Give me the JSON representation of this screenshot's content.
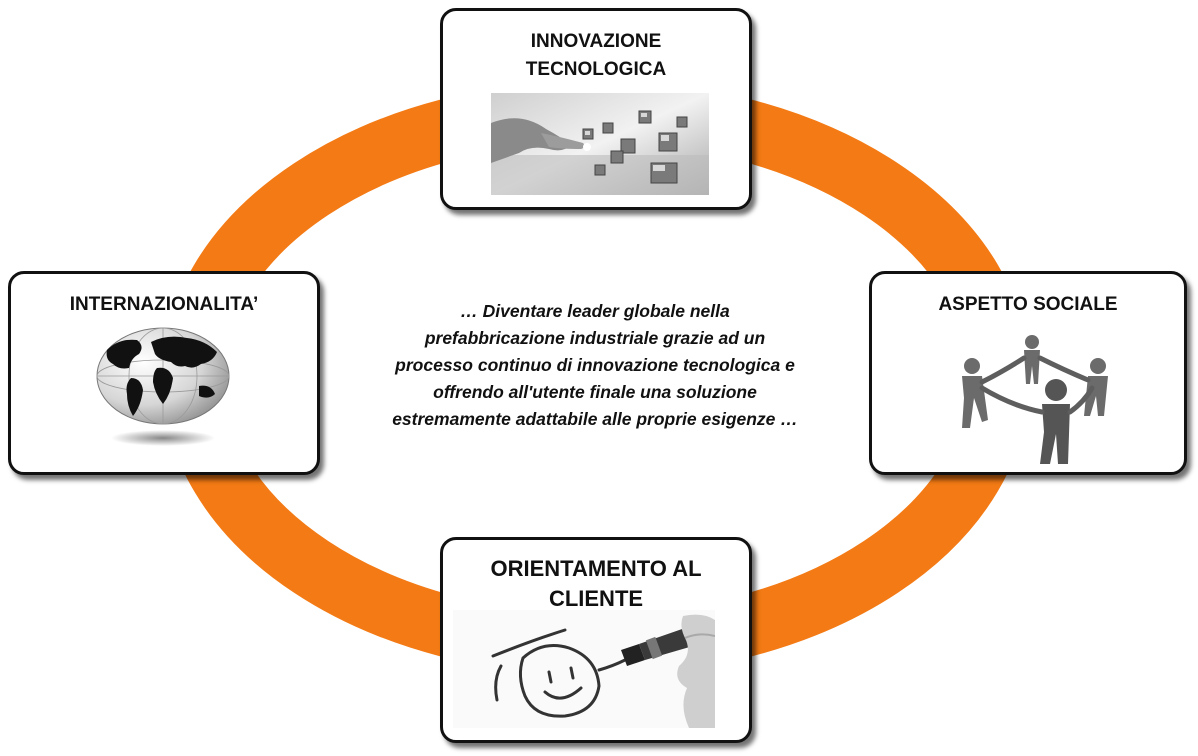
{
  "colors": {
    "ring": "#F37A14",
    "card_border": "#111111",
    "text": "#111111"
  },
  "cards": {
    "innovation": {
      "title": "INNOVAZIONE\nTECNOLOGICA",
      "icon": "hand-touching-3d-cubes-icon"
    },
    "internationality": {
      "title": "INTERNAZIONALITA’",
      "icon": "world-globe-icon"
    },
    "social": {
      "title": "ASPETTO SOCIALE",
      "icon": "people-circle-holding-hands-icon"
    },
    "client": {
      "title": "ORIENTAMENTO AL\nCLIENTE",
      "icon": "hand-drawing-smiley-icon"
    }
  },
  "center_text": "… Diventare leader globale nella\nprefabbricazione industriale grazie ad un\nprocesso continuo di innovazione tecnologica e\noffrendo all'utente finale una soluzione\nestremamente adattabile alle proprie esigenze …"
}
